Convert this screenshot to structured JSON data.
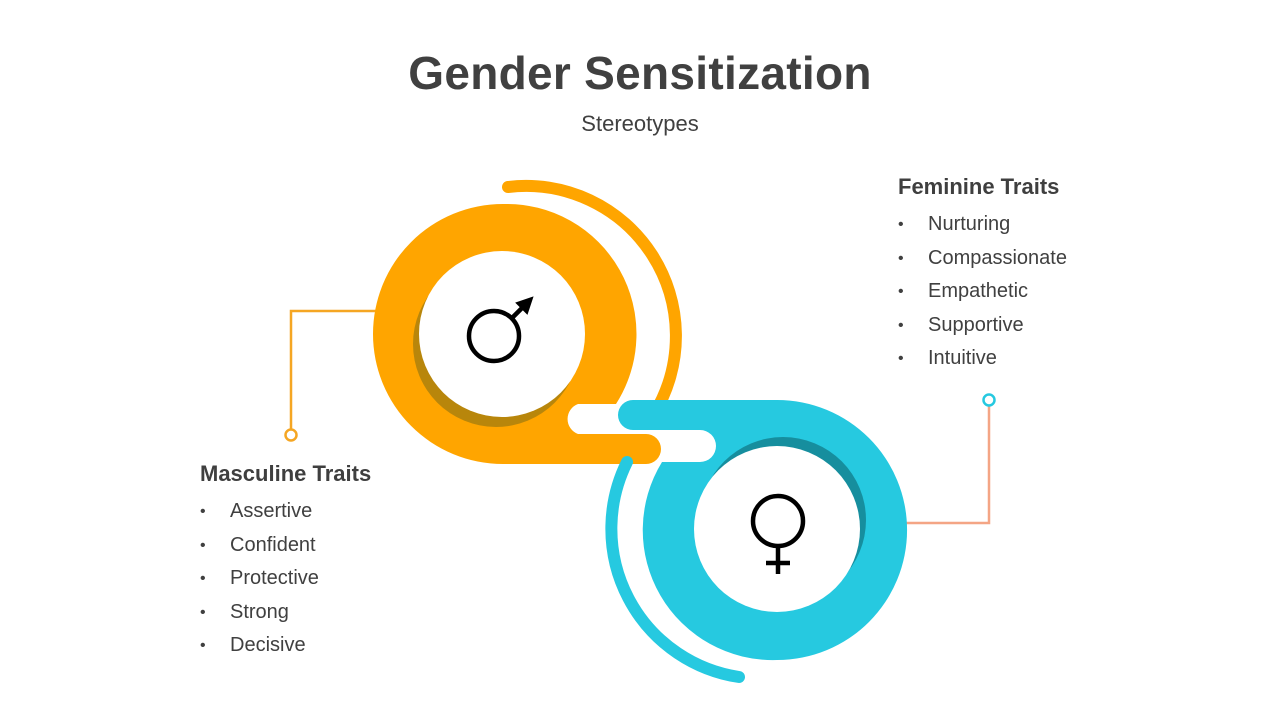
{
  "header": {
    "title": "Gender Sensitization",
    "subtitle": "Stereotypes"
  },
  "colors": {
    "masculine": "#FFA500",
    "masculine_shadow": "#B8860B",
    "feminine": "#26C9E0",
    "feminine_shadow": "#168E9E",
    "masculine_connector": "#F5A623",
    "feminine_connector": "#F4A585",
    "feminine_dot": "#26C9E0",
    "text": "#404040"
  },
  "icons": {
    "masculine": "male-symbol-icon",
    "feminine": "female-symbol-icon"
  },
  "masculine": {
    "heading": "Masculine Traits",
    "items": [
      "Assertive",
      "Confident",
      "Protective",
      "Strong",
      "Decisive"
    ]
  },
  "feminine": {
    "heading": "Feminine Traits",
    "items": [
      "Nurturing",
      "Compassionate",
      "Empathetic",
      "Supportive",
      "Intuitive"
    ]
  }
}
